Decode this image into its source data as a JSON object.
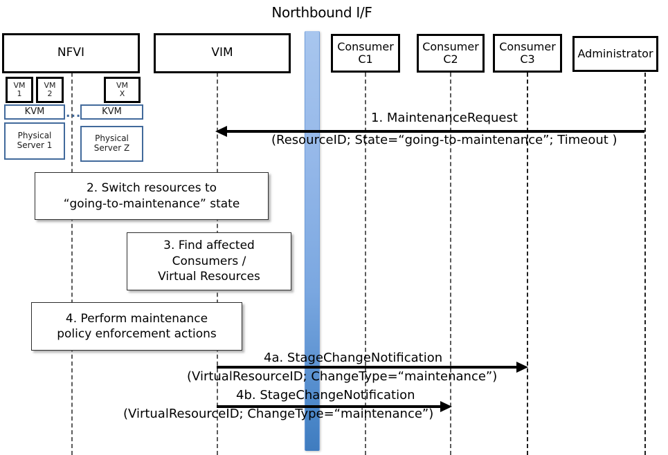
{
  "diagram": {
    "title": "Northbound I/F",
    "actors": [
      {
        "id": "nfvi",
        "label": "NFVI"
      },
      {
        "id": "vim",
        "label": "VIM"
      },
      {
        "id": "c1",
        "label": "Consumer\nC1"
      },
      {
        "id": "c2",
        "label": "Consumer\nC2"
      },
      {
        "id": "c3",
        "label": "Consumer\nC3"
      },
      {
        "id": "admin",
        "label": "Administrator"
      }
    ],
    "actor_labels": {
      "nfvi": "NFVI",
      "vim": "VIM",
      "c1_line1": "Consumer",
      "c1_line2": "C1",
      "c2_line1": "Consumer",
      "c2_line2": "C2",
      "c3_line1": "Consumer",
      "c3_line2": "C3",
      "admin": "Administrator"
    },
    "nfvi_internals": {
      "vm1_line1": "VM",
      "vm1_line2": "1",
      "vm2_line1": "VM",
      "vm2_line2": "2",
      "vmx_line1": "VM",
      "vmx_line2": "X",
      "kvm_left": "KVM",
      "kvm_right": "KVM",
      "server_left_line1": "Physical",
      "server_left_line2": "Server 1",
      "server_right_line1": "Physical",
      "server_right_line2": "Server Z",
      "ellipsis": "..."
    },
    "notes": [
      {
        "id": "step2",
        "line1": "2. Switch resources to",
        "line2": "“going-to-maintenance” state"
      },
      {
        "id": "step3",
        "line1": "3. Find affected",
        "line2": "Consumers /",
        "line3": "Virtual Resources"
      },
      {
        "id": "step4",
        "line1": "4. Perform maintenance",
        "line2": "policy enforcement actions"
      }
    ],
    "note_text": {
      "step2_l1": "2. Switch resources to",
      "step2_l2": "“going-to-maintenance” state",
      "step3_l1": "3. Find affected",
      "step3_l2": "Consumers /",
      "step3_l3": "Virtual Resources",
      "step4_l1": "4. Perform maintenance",
      "step4_l2": "policy enforcement actions"
    },
    "messages": [
      {
        "id": "msg1",
        "number": "1.",
        "name": "MaintenanceRequest",
        "params": "(ResourceID; State=“going-to-maintenance”; Timeout )",
        "from": "admin",
        "to": "vim",
        "direction": "left"
      },
      {
        "id": "msg4a",
        "number": "4a.",
        "name": "StageChangeNotification",
        "params": "(VirtualResourceID; ChangeType=“maintenance”)",
        "from": "vim",
        "to": "c3",
        "direction": "right"
      },
      {
        "id": "msg4b",
        "number": "4b.",
        "name": "StageChangeNotification",
        "params": "(VirtualResourceID; ChangeType=“maintenance”)",
        "from": "vim",
        "to": "c2",
        "direction": "right"
      }
    ],
    "message_text": {
      "msg1_title": "1.   MaintenanceRequest",
      "msg1_params": "(ResourceID; State=“going-to-maintenance”; Timeout )",
      "msg4a_title": "4a. StageChangeNotification",
      "msg4a_params": "(VirtualResourceID; ChangeType=“maintenance”)",
      "msg4b_title": "4b. StageChangeNotification",
      "msg4b_params": "(VirtualResourceID; ChangeType=“maintenance”)"
    },
    "colors": {
      "nb_bar_top": "#a8c6ee",
      "nb_bar_bottom": "#4a86c8",
      "box_border": "#000000",
      "blue_box_border": "#41699b",
      "lifeline": "#5a5a5a",
      "arrow": "#000000",
      "background": "#ffffff"
    }
  }
}
